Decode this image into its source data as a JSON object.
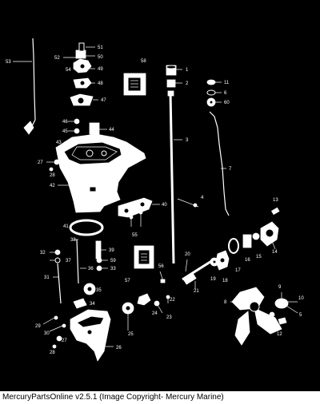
{
  "footer": {
    "caption": "MercuryPartsOnline v2.5.1 (Image Copyright- Mercury Marine)"
  },
  "callouts": [
    "53",
    "52",
    "51",
    "50",
    "54",
    "49",
    "48",
    "47",
    "58",
    "1",
    "2",
    "11",
    "6",
    "60",
    "46",
    "45",
    "44",
    "43",
    "3",
    "7",
    "27",
    "28",
    "42",
    "4",
    "40",
    "13",
    "41",
    "55",
    "38",
    "14",
    "32",
    "39",
    "15",
    "16",
    "17",
    "19",
    "18",
    "22",
    "35",
    "59",
    "33",
    "57",
    "56",
    "20",
    "21",
    "31",
    "37",
    "36",
    "34",
    "24",
    "23",
    "9",
    "8",
    "10",
    "29",
    "30",
    "25",
    "12",
    "27",
    "28",
    "26",
    "5"
  ],
  "colors": {
    "background": "#000000",
    "ink": "#ffffff"
  }
}
